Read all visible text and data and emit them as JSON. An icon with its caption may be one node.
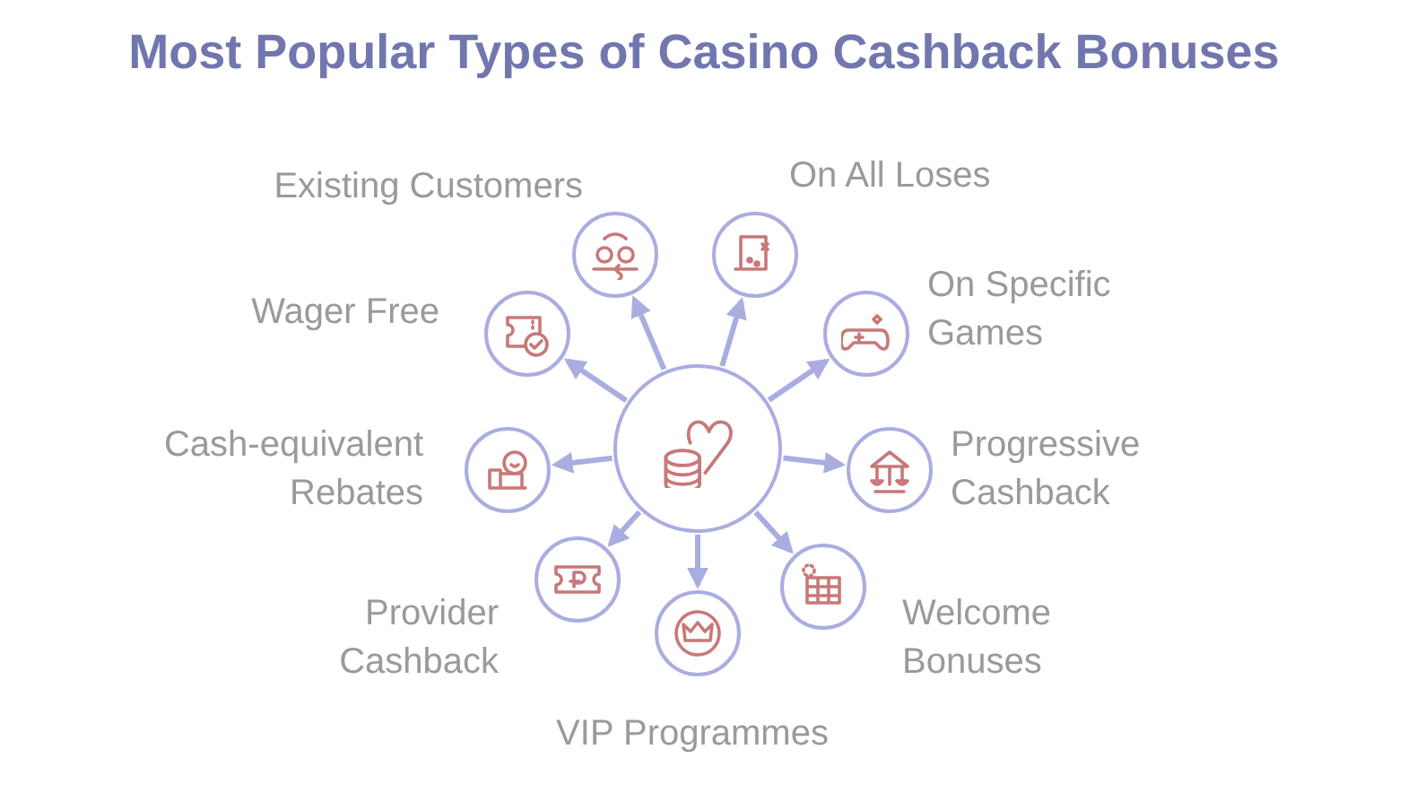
{
  "diagram": {
    "title": "Most Popular Types of Casino Cashback Bonuses",
    "nodes": [
      {
        "text": [],
        "shape": "circle"
      },
      {
        "text": [],
        "shape": "circle",
        "beside": [
          "Existing Customers"
        ]
      },
      {
        "text": [],
        "shape": "circle",
        "beside": [
          "On All Loses"
        ]
      },
      {
        "text": [],
        "shape": "circle",
        "beside": [
          "On Specific Games"
        ]
      },
      {
        "text": [],
        "shape": "circle",
        "beside": [
          "Progressive Cashback"
        ]
      },
      {
        "text": [],
        "shape": "circle",
        "beside": [
          "Welcome Bonuses"
        ]
      },
      {
        "text": [],
        "shape": "circle",
        "beside": [
          "VIP Programmes"
        ]
      },
      {
        "text": [],
        "shape": "circle",
        "beside": [
          "Provider Cashback"
        ]
      },
      {
        "text": [],
        "shape": "circle",
        "beside": [
          "Cash-equivalent Rebates"
        ]
      },
      {
        "text": [],
        "shape": "circle",
        "beside": [
          "Wager Free"
        ]
      }
    ],
    "edges": [
      {
        "from": 0,
        "to": 1,
        "arrow": "to"
      },
      {
        "from": 0,
        "to": 2,
        "arrow": "to"
      },
      {
        "from": 0,
        "to": 3,
        "arrow": "to"
      },
      {
        "from": 0,
        "to": 4,
        "arrow": "to"
      },
      {
        "from": 0,
        "to": 5,
        "arrow": "to"
      },
      {
        "from": 0,
        "to": 6,
        "arrow": "to"
      },
      {
        "from": 0,
        "to": 7,
        "arrow": "to"
      },
      {
        "from": 0,
        "to": 8,
        "arrow": "to"
      },
      {
        "from": 0,
        "to": 9,
        "arrow": "to"
      }
    ]
  }
}
